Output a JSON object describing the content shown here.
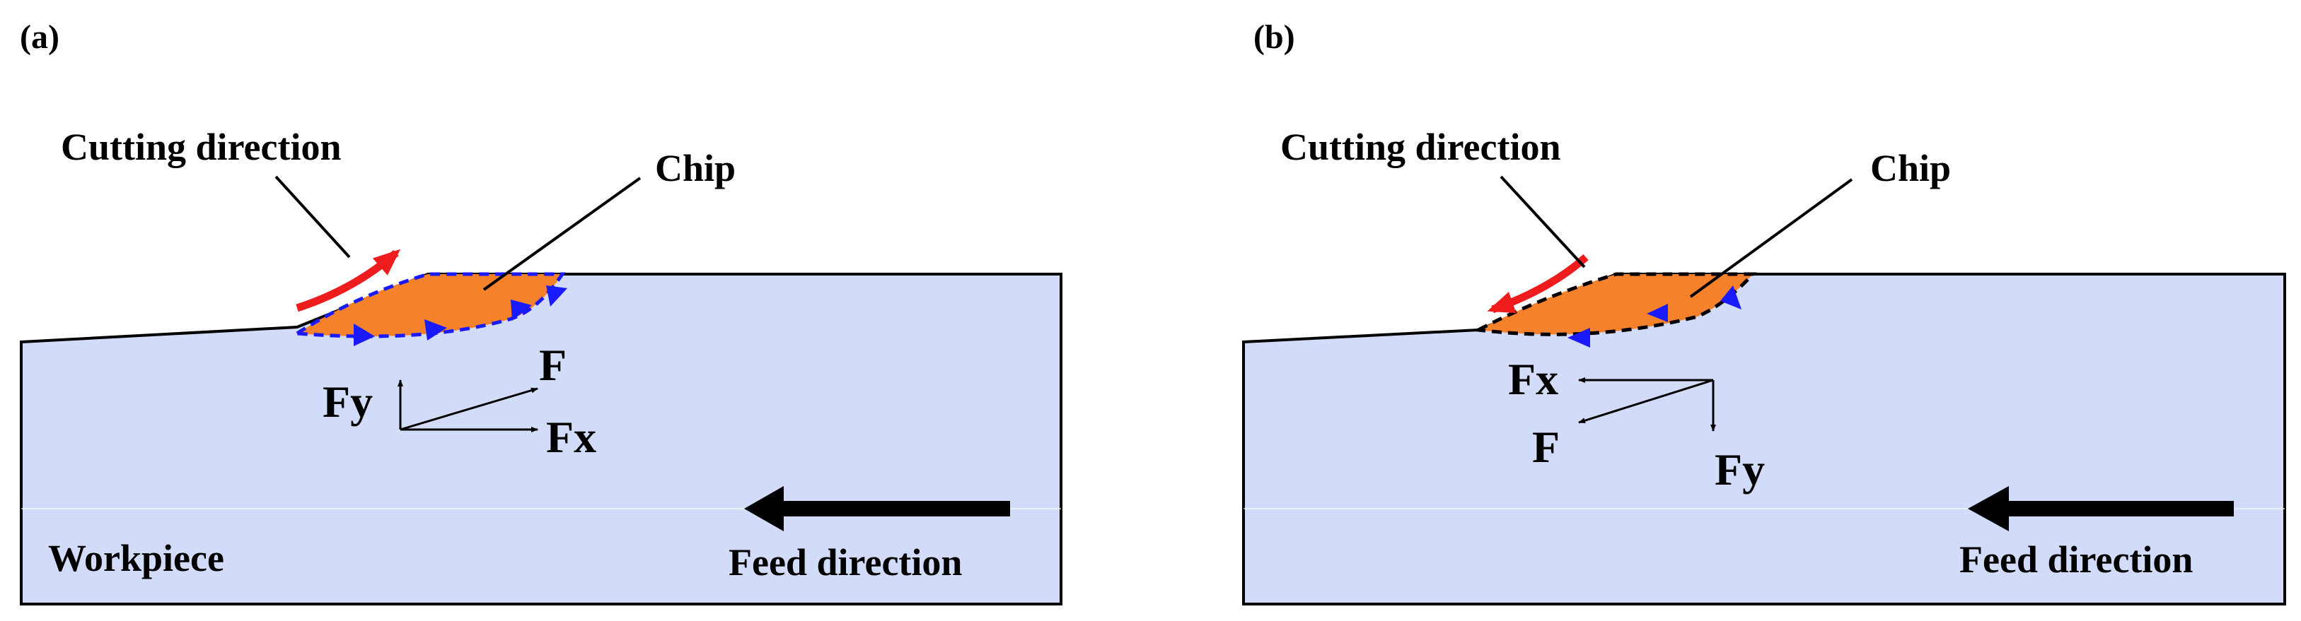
{
  "panels": [
    {
      "tag": "(a)",
      "cutting_label": "Cutting direction",
      "chip_label": "Chip",
      "f_label": "F",
      "fx_label": "Fx",
      "fy_label": "Fy",
      "workpiece_label": "Workpiece",
      "feed_label": "Feed direction"
    },
    {
      "tag": "(b)",
      "cutting_label": "Cutting direction",
      "chip_label": "Chip",
      "f_label": "F",
      "fx_label": "Fx",
      "fy_label": "Fy",
      "feed_label": "Feed direction"
    }
  ],
  "colors": {
    "workpiece_fill": "#d2dbf7",
    "chip_fill": "#f5822a",
    "cutting_arrow": "#ee1c1c",
    "flow_arrow": "#1a1aff",
    "outline": "#000000"
  }
}
